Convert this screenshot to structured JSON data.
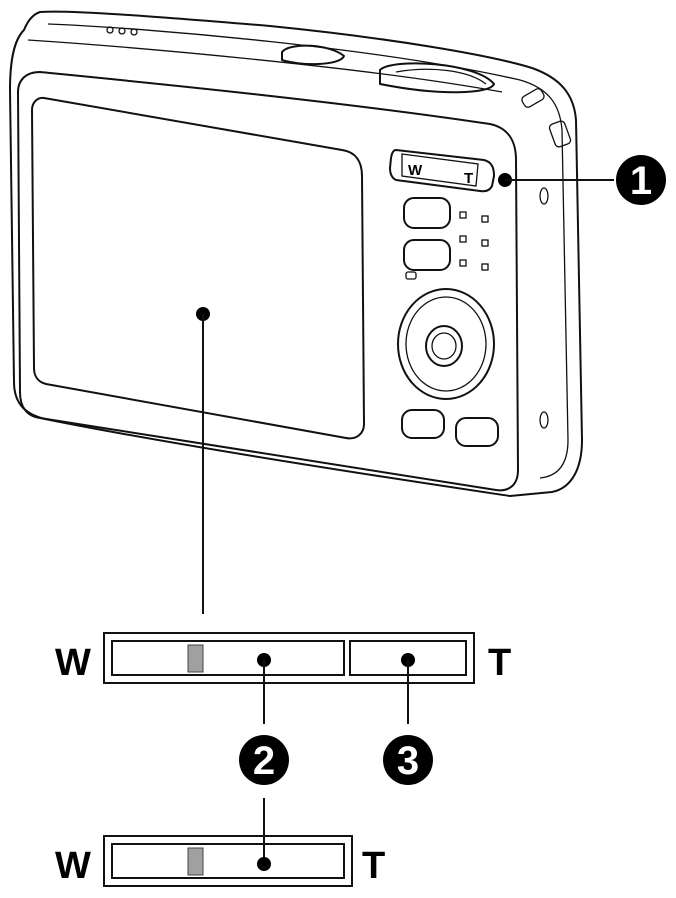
{
  "lever": {
    "w": "W",
    "t": "T"
  },
  "callouts": [
    {
      "id": "1",
      "label": "1"
    },
    {
      "id": "2",
      "label": "2"
    },
    {
      "id": "3",
      "label": "3"
    }
  ],
  "zoom_bar_full": {
    "w": "W",
    "t": "T"
  },
  "zoom_bar_optical": {
    "w": "W",
    "t": "T"
  }
}
